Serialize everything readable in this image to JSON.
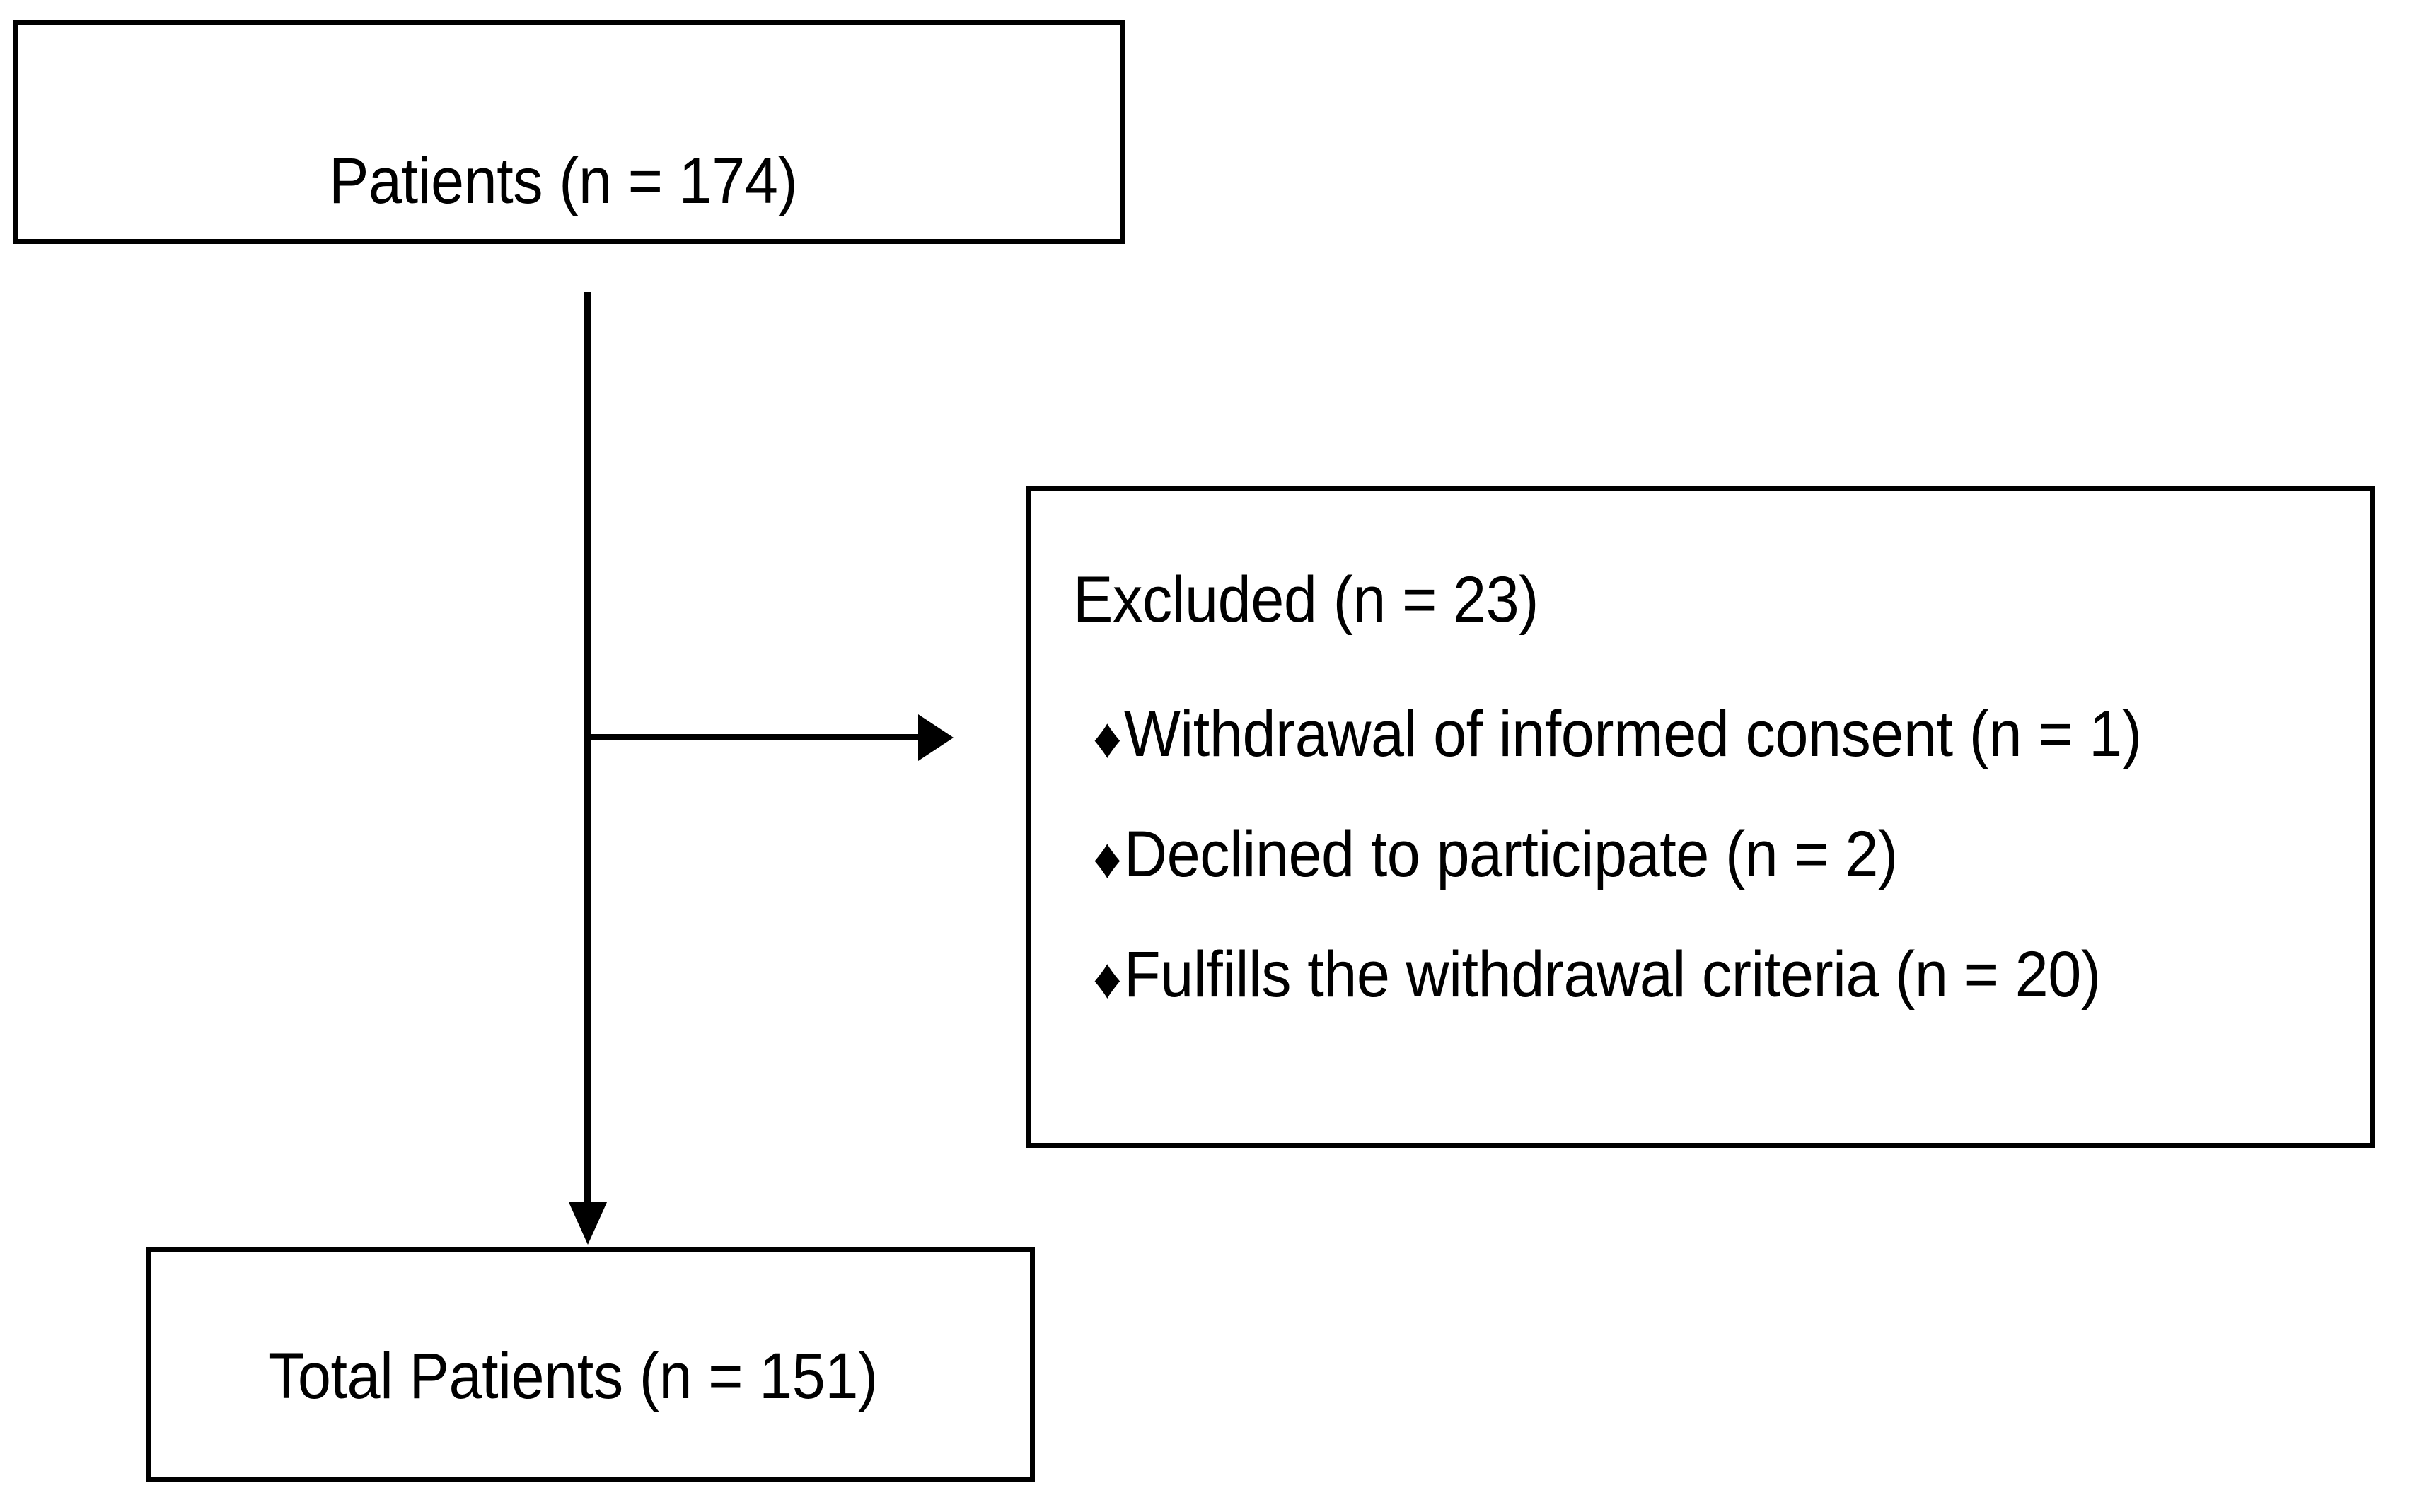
{
  "figure": {
    "type": "patient-flow-diagram",
    "background_color": "#ffffff",
    "line_color": "#000000",
    "text_color": "#000000"
  },
  "nodes": {
    "enrolled": {
      "label": "Patients (n = 174)",
      "count": 174
    },
    "excluded": {
      "heading": "Excluded (n = 23)",
      "count": 23,
      "bullet_glyph": "♦",
      "reasons": [
        {
          "label": "Withdrawal of informed consent (n = 1)",
          "count": 1
        },
        {
          "label": "Declined to participate (n = 2)",
          "count": 2
        },
        {
          "label": "Fulfills the withdrawal criteria (n = 20)",
          "count": 20
        }
      ]
    },
    "total": {
      "label": "Total Patients (n = 151)",
      "count": 151
    }
  },
  "connectors": [
    {
      "name": "enrolled-to-excluded",
      "direction": "right",
      "arrowhead": true
    },
    {
      "name": "enrolled-to-total",
      "direction": "down",
      "arrowhead": true
    }
  ]
}
